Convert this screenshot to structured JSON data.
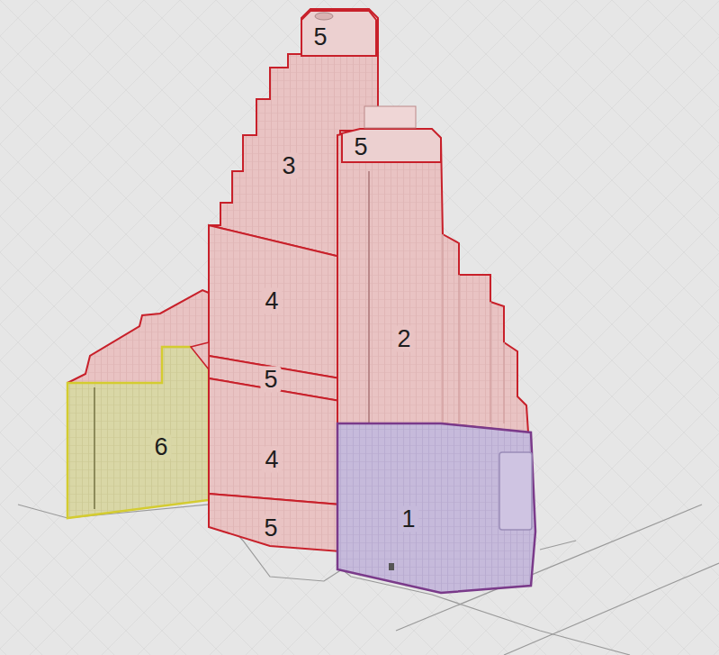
{
  "diagram": {
    "labels": [
      "5",
      "5",
      "3",
      "4",
      "2",
      "5",
      "6",
      "4",
      "1",
      "5"
    ]
  }
}
